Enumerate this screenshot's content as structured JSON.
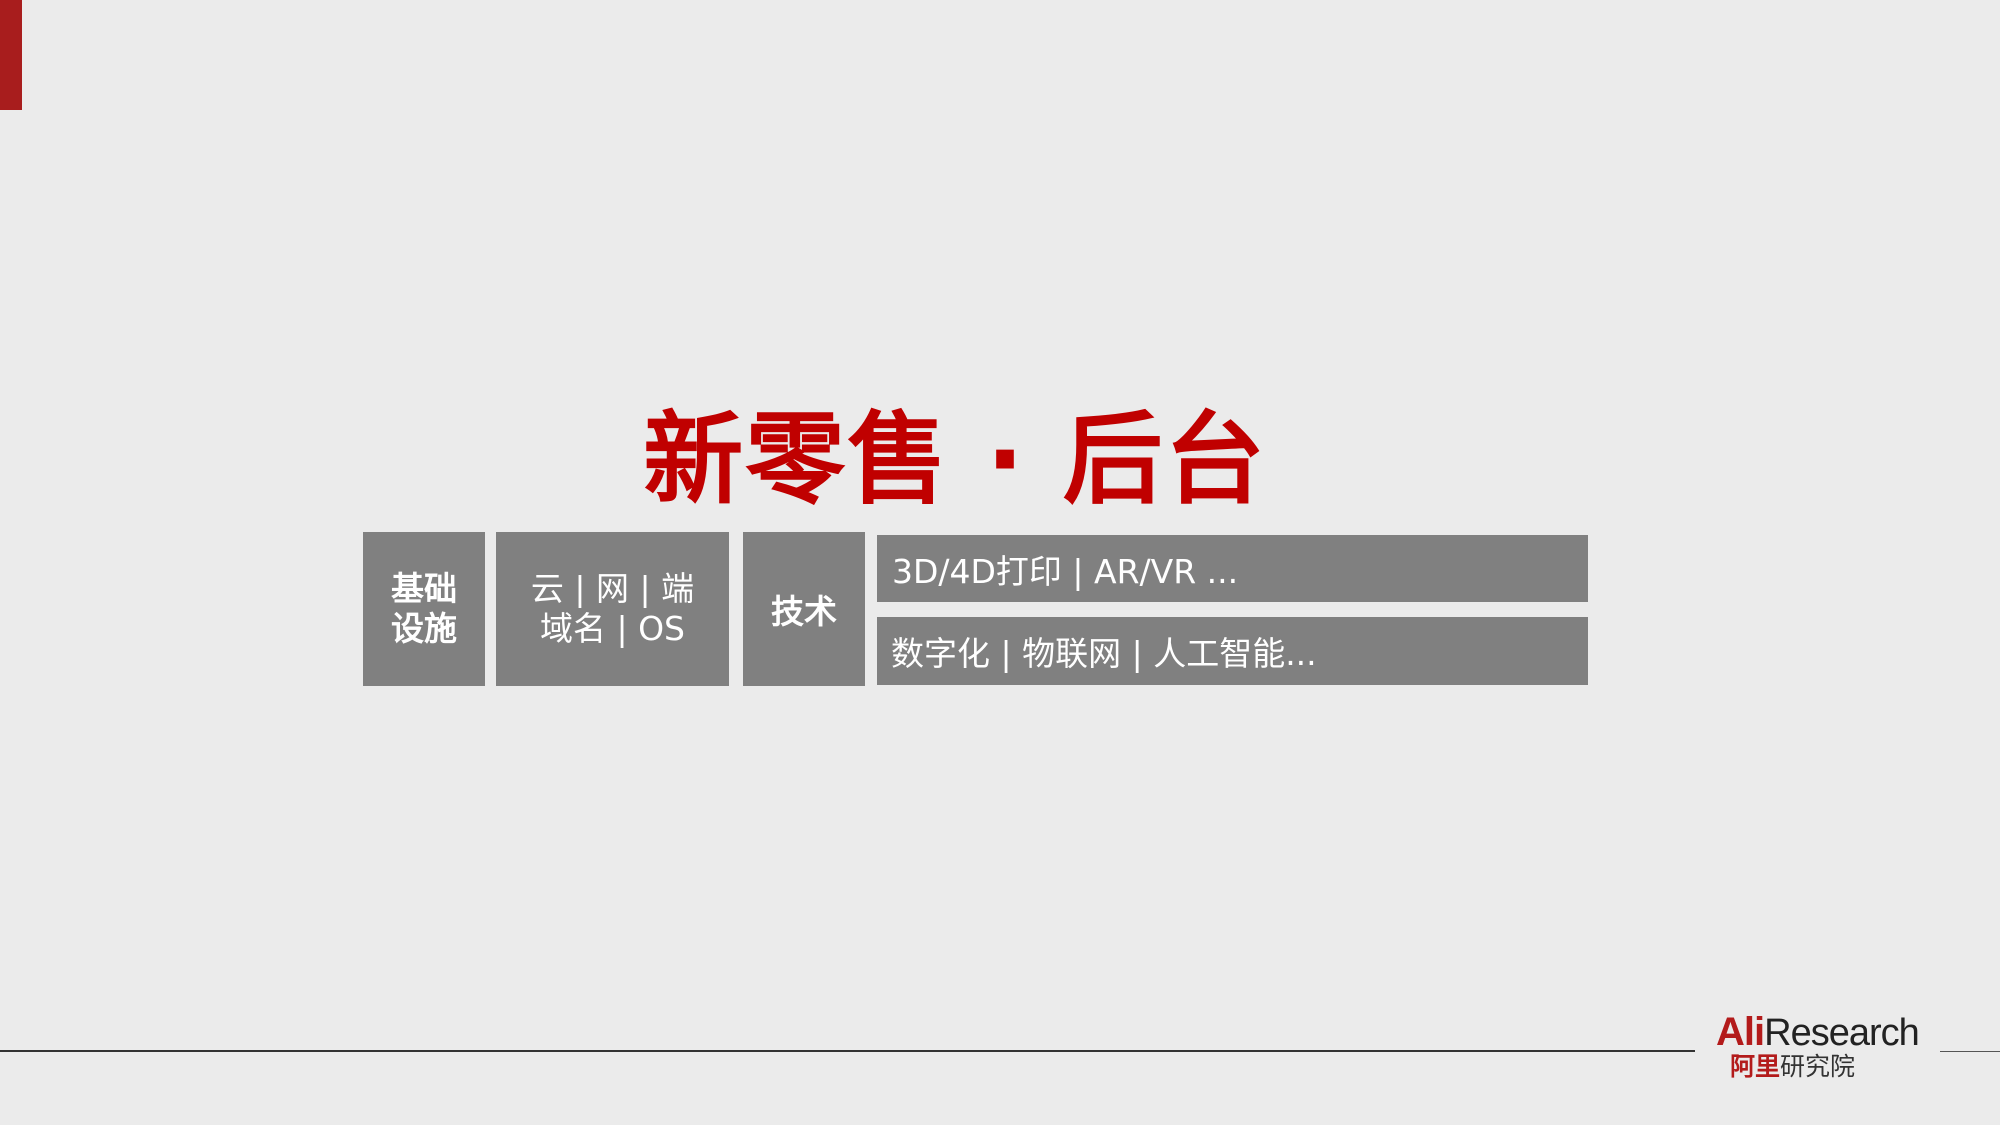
{
  "slide": {
    "title": "新零售 · 后台",
    "infrastructure": {
      "label_line1": "基础",
      "label_line2": "设施",
      "items_line1": "云 | 网 | 端",
      "items_line2": "域名 | OS"
    },
    "technology": {
      "label": "技术",
      "row1": "3D/4D打印 | AR/VR ...",
      "row2": "数字化 | 物联网 | 人工智能..."
    }
  },
  "logo": {
    "ali": "Ali",
    "research": "Research",
    "cn_red": "阿里",
    "cn_dark": "研究院"
  },
  "colors": {
    "accent": "#c00000",
    "box": "#808080",
    "background": "#ebebeb"
  }
}
